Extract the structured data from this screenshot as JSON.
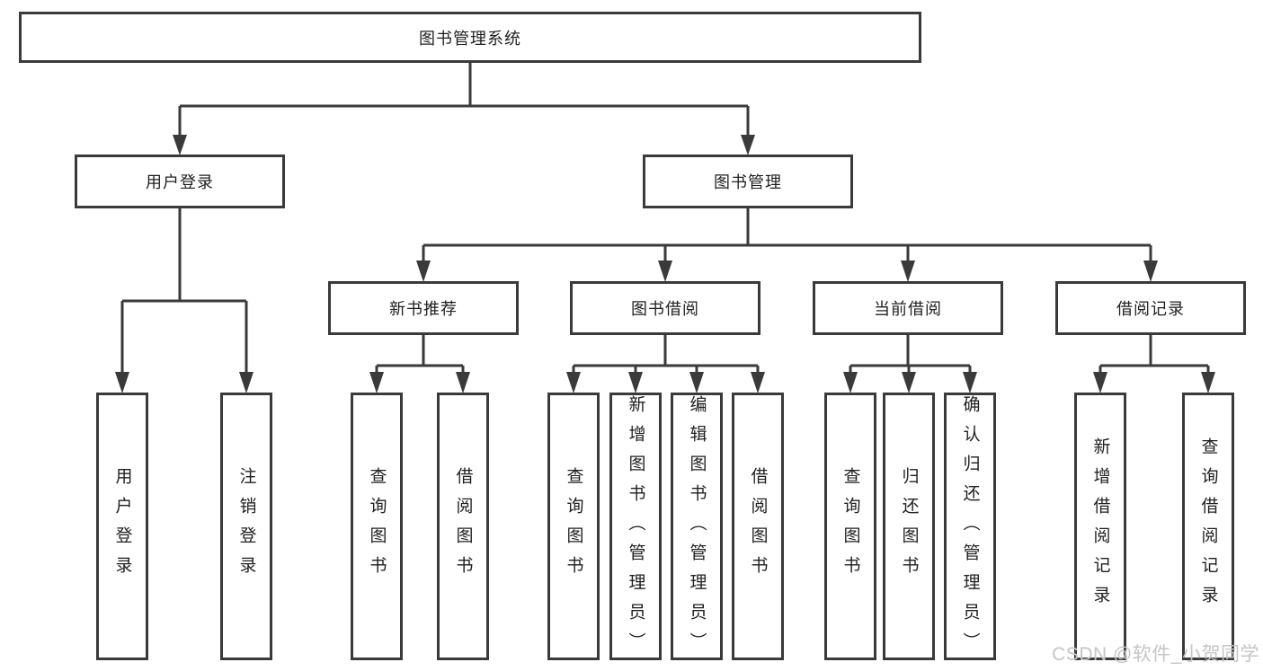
{
  "tree": {
    "label": "图书管理系统",
    "children": [
      {
        "label": "用户登录",
        "children": [
          {
            "label": "用户登录"
          },
          {
            "label": "注销登录"
          }
        ]
      },
      {
        "label": "图书管理",
        "children": [
          {
            "label": "新书推荐",
            "children": [
              {
                "label": "查询图书"
              },
              {
                "label": "借阅图书"
              }
            ]
          },
          {
            "label": "图书借阅",
            "children": [
              {
                "label": "查询图书"
              },
              {
                "label": "新增图书（管理员）"
              },
              {
                "label": "编辑图书（管理员）"
              },
              {
                "label": "借阅图书"
              }
            ]
          },
          {
            "label": "当前借阅",
            "children": [
              {
                "label": "查询图书"
              },
              {
                "label": "归还图书"
              },
              {
                "label": "确认归还（管理员）"
              }
            ]
          },
          {
            "label": "借阅记录",
            "children": [
              {
                "label": "新增借阅记录"
              },
              {
                "label": "查询借阅记录"
              }
            ]
          }
        ]
      }
    ]
  },
  "watermark": "CSDN @软件_小贺同学",
  "colors": {
    "line": "#3a3a3a",
    "text": "#1f1f1f",
    "watermark": "#c5c5c5",
    "background": "#ffffff"
  }
}
